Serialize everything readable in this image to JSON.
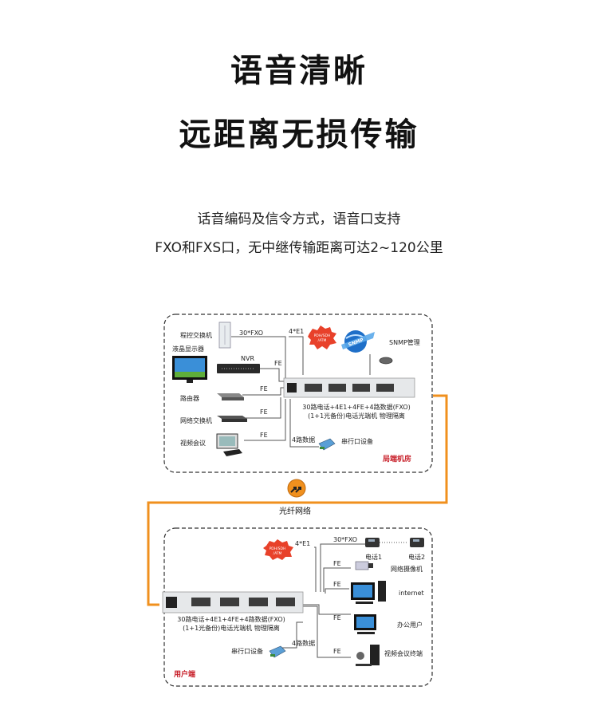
{
  "header": {
    "title_line1": "语音清晰",
    "title_line2": "远距离无损传输",
    "desc_line1": "话音编码及信令方式，语音口支持",
    "desc_line2": "FXO和FXS口，无中继传输距离可达2~120公里"
  },
  "diagram": {
    "colors": {
      "fiber": "#f0901e",
      "accent_red": "#c8202a",
      "dashed_border": "#333333",
      "cloud": "#e8412a"
    },
    "central_office": {
      "zone_label": "局端机房",
      "devices": {
        "pbx": "程控交换机",
        "lcd": "液晶显示器",
        "nvr": "NVR",
        "router": "路由器",
        "switch": "网络交换机",
        "video_conf": "视频会议",
        "snmp": "SNMP管理",
        "serial": "串行口设备"
      },
      "links": {
        "fxo": "30*FXO",
        "e1": "4*E1",
        "fe": "FE",
        "data": "4路数据"
      },
      "cloud_text_1": "PDH/SDH",
      "cloud_text_2": "/ATM",
      "snmp_globe_text": "SNMP",
      "device_desc_1": "30路电话+4E1+4FE+4路数据(FXO)",
      "device_desc_2": "(1+1光备份)电话光端机 物理隔离"
    },
    "fiber_label": "光纤网络",
    "user_site": {
      "zone_label": "用户端",
      "devices": {
        "phone1": "电话1",
        "phone2": "电话2",
        "ipcam": "网络摄像机",
        "internet": "internet",
        "office": "办公用户",
        "video_terminal": "视频会议终端",
        "serial": "串行口设备"
      },
      "links": {
        "fxo": "30*FXO",
        "e1": "4*E1",
        "fe": "FE",
        "data": "4路数据"
      },
      "cloud_text_1": "PDH/SDH",
      "cloud_text_2": "/ATM",
      "device_desc_1": "30路电话+4E1+4FE+4路数据(FXO)",
      "device_desc_2": "(1+1光备份)电话光端机 物理隔离"
    }
  }
}
